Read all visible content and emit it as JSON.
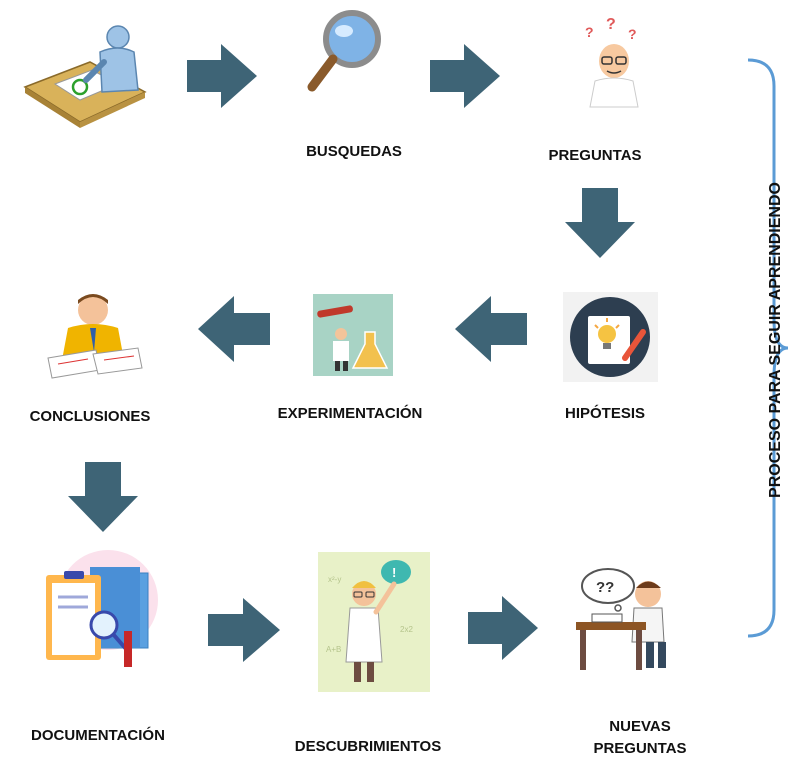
{
  "steps": {
    "busquedas": "BUSQUEDAS",
    "preguntas": "PREGUNTAS",
    "hipotesis": "HIPÓTESIS",
    "experimentacion": "EXPERIMENTACIÓN",
    "conclusiones": "CONCLUSIONES",
    "documentacion": "DOCUMENTACIÓN",
    "descubrimientos": "DESCUBRIMIENTOS",
    "nuevas_preguntas_line1": "NUEVAS",
    "nuevas_preguntas_line2": "PREGUNTAS"
  },
  "side_label": "PROCESO PARA SEGUIR APRENDIENDO",
  "colors": {
    "arrow": "#3e6476",
    "brace": "#5b9bd5"
  },
  "icons": [
    "person-at-desk-icon",
    "magnifier-icon",
    "questioning-scientist-icon",
    "lightbulb-idea-icon",
    "flask-experiment-icon",
    "person-reviewing-papers-icon",
    "documents-clipboard-icon",
    "scientist-discovery-icon",
    "student-thinking-icon"
  ]
}
